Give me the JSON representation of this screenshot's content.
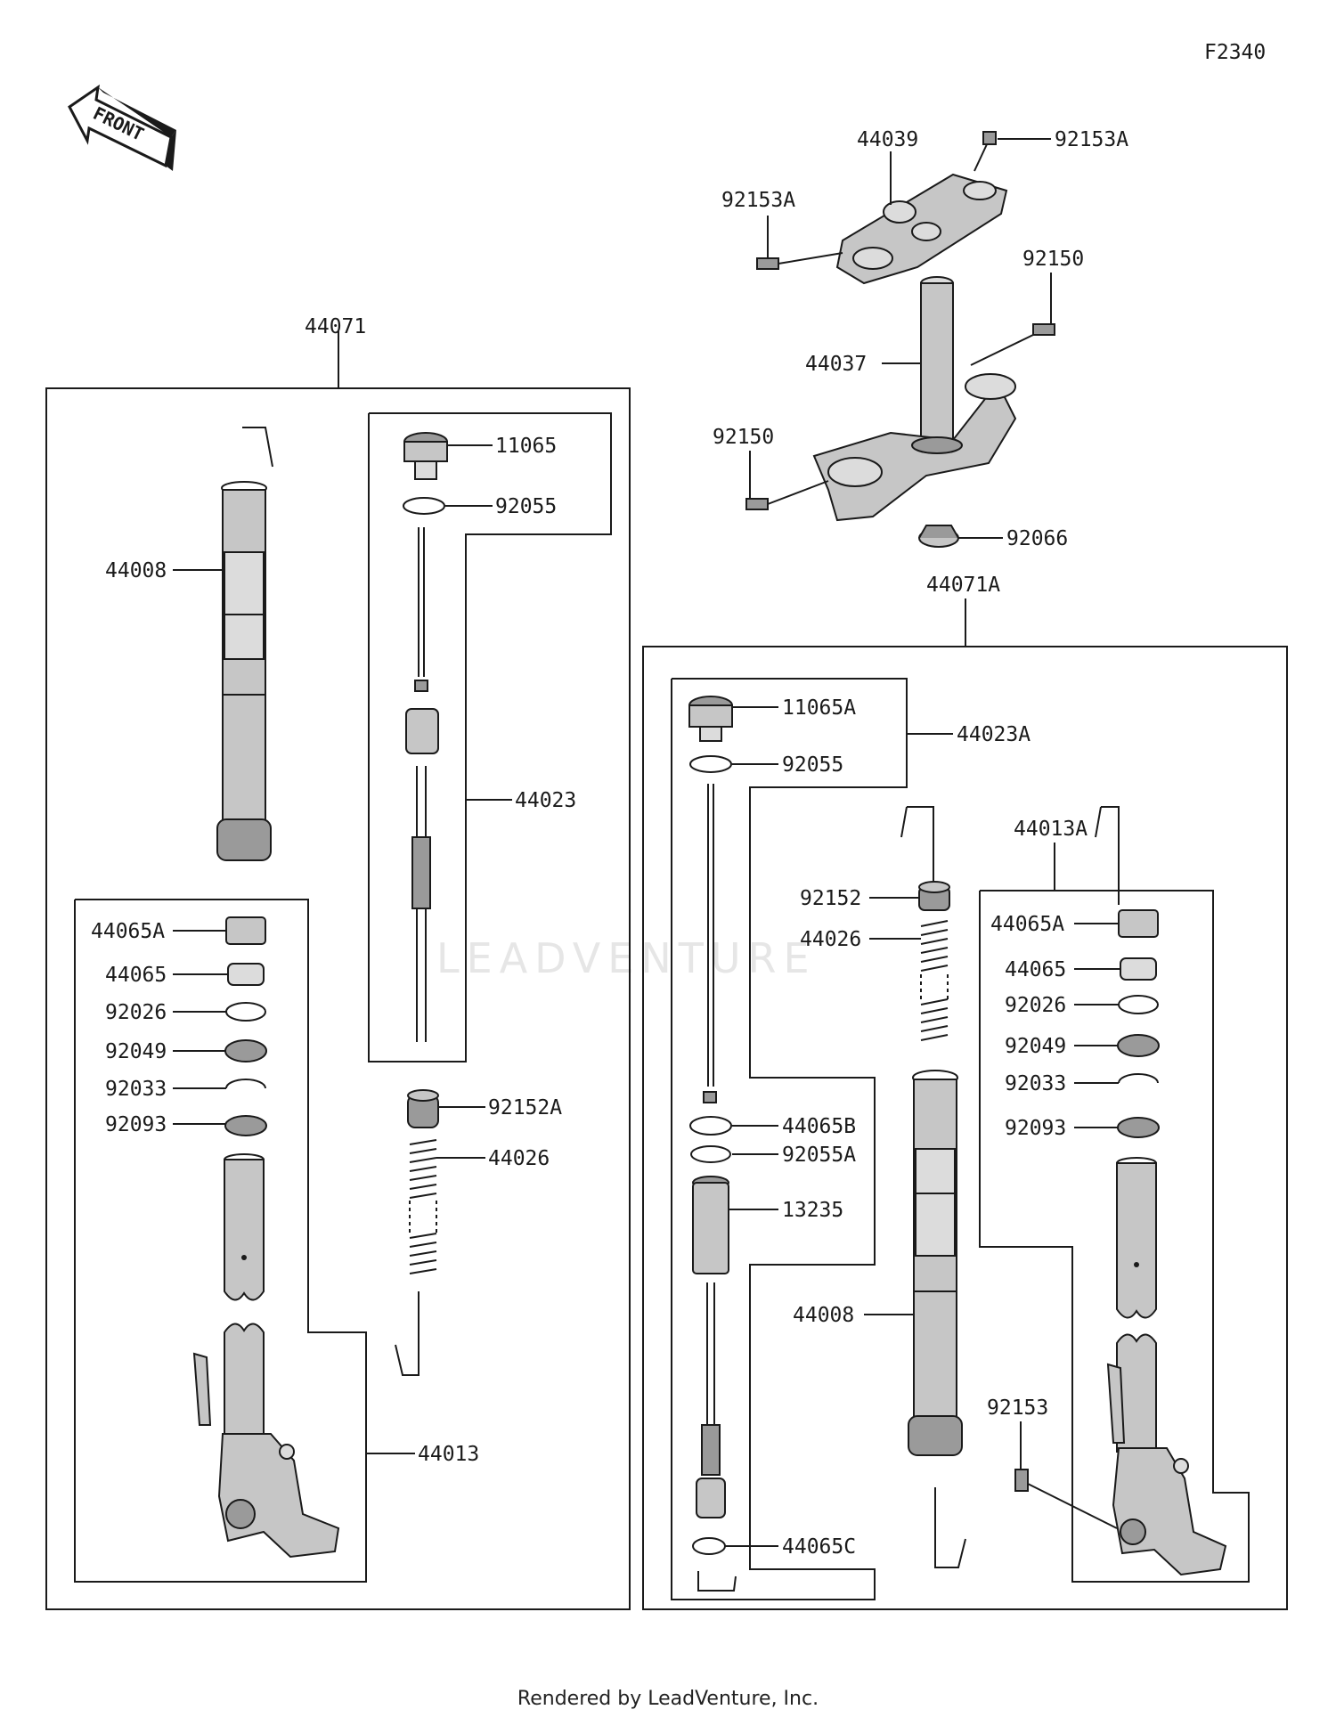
{
  "figure_code": "F2340",
  "front_arrow_label": "FRONT",
  "watermark": "LEADVENTURE",
  "footer": "Rendered by LeadVenture, Inc.",
  "callouts": {
    "c44071": "44071",
    "c44071A": "44071A",
    "c44039": "44039",
    "c92153A_a": "92153A",
    "c92153A_b": "92153A",
    "c92150_a": "92150",
    "c92150_b": "92150",
    "c44037": "44037",
    "c92066": "92066",
    "c44008_l": "44008",
    "c11065": "11065",
    "c92055_l": "92055",
    "c44023": "44023",
    "c44065A_l": "44065A",
    "c44065_l": "44065",
    "c92026_l": "92026",
    "c92049_l": "92049",
    "c92033_l": "92033",
    "c92093_l": "92093",
    "c92152A": "92152A",
    "c44026_l": "44026",
    "c44013": "44013",
    "c11065A": "11065A",
    "c44023A": "44023A",
    "c92055_r": "92055",
    "c44013A": "44013A",
    "c92152": "92152",
    "c44026_r": "44026",
    "c44065A_r": "44065A",
    "c44065_r": "44065",
    "c92026_r": "92026",
    "c92049_r": "92049",
    "c92033_r": "92033",
    "c92093_r": "92093",
    "c44065B": "44065B",
    "c92055A": "92055A",
    "c13235": "13235",
    "c44008_r": "44008",
    "c92153": "92153",
    "c44065C": "44065C"
  }
}
